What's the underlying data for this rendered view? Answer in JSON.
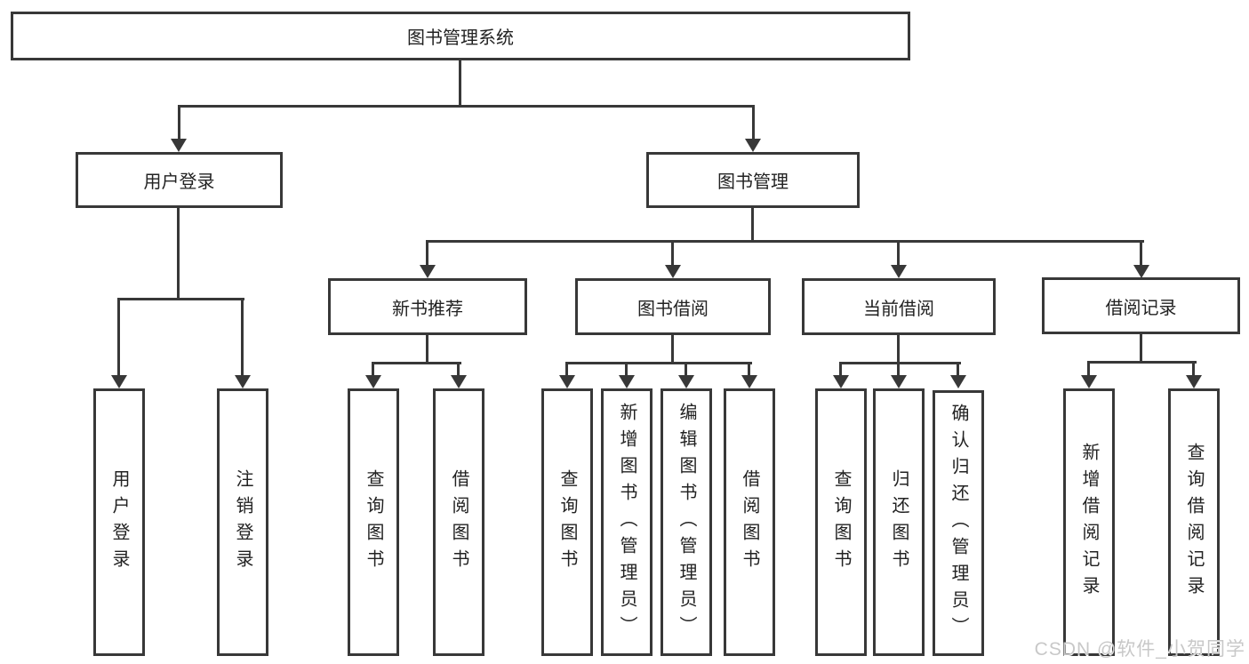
{
  "diagram": {
    "title": "图书管理系统",
    "root": {
      "label": "图书管理系统"
    },
    "level1": [
      {
        "label": "用户登录"
      },
      {
        "label": "图书管理"
      }
    ],
    "level2": [
      {
        "label": "新书推荐"
      },
      {
        "label": "图书借阅"
      },
      {
        "label": "当前借阅"
      },
      {
        "label": "借阅记录"
      }
    ],
    "leaves": {
      "user_login": [
        "用户登录",
        "注销登录"
      ],
      "new_book": [
        "查询图书",
        "借阅图书"
      ],
      "book_borrow": [
        "查询图书",
        "新增图书（管理员）",
        "编辑图书（管理员）",
        "借阅图书"
      ],
      "current_borrow": [
        "查询图书",
        "归还图书",
        "确认归还（管理员）"
      ],
      "borrow_record": [
        "新增借阅记录",
        "查询借阅记录"
      ]
    }
  },
  "watermark": {
    "text": "CSDN @软件_小贺同学"
  },
  "colors": {
    "line": "#383838",
    "background": "#ffffff",
    "watermark": "#c8c8c8"
  }
}
